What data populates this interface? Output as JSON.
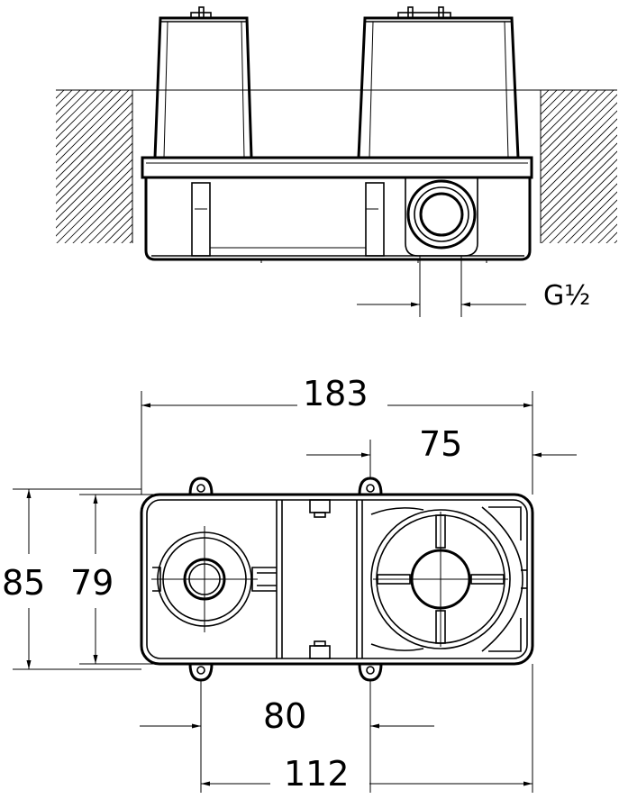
{
  "side_view": {
    "thread_label": "G½"
  },
  "plan_view": {
    "dimensions": {
      "overall_width": "183",
      "right_offset": "75",
      "overall_height": "85",
      "inner_height": "79",
      "hole_spacing": "80",
      "mount_spacing": "112"
    }
  }
}
